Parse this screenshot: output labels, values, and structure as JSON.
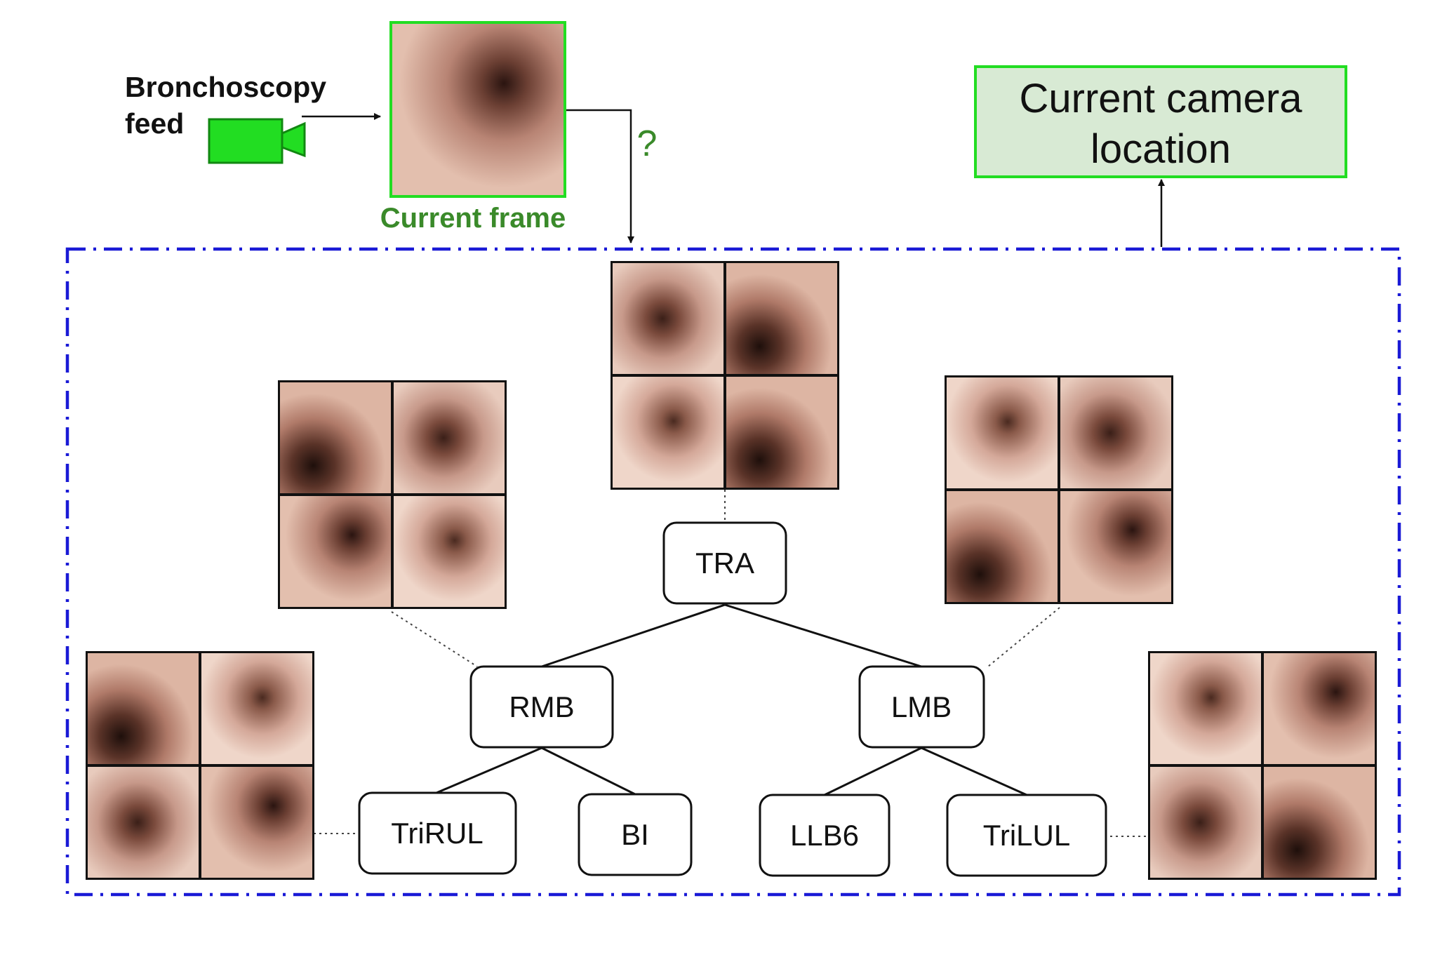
{
  "colors": {
    "accent_green": "#22dd22",
    "caption_green": "#3a8a2a",
    "output_fill": "#d8ead4",
    "dashed_border": "#1a1ad6",
    "tissue_light": "#e3bfae",
    "tissue_mid": "#b88474",
    "tissue_dark": "#5a3328"
  },
  "input": {
    "feed_label_line1": "Bronchoscopy",
    "feed_label_line2": "feed",
    "camera_icon": "video-camera-icon",
    "frame_caption": "Current frame",
    "query_mark": "?"
  },
  "output": {
    "label_line1": "Current camera",
    "label_line2": "location"
  },
  "tree": {
    "nodes": [
      {
        "id": "TRA",
        "label": "TRA"
      },
      {
        "id": "RMB",
        "label": "RMB"
      },
      {
        "id": "LMB",
        "label": "LMB"
      },
      {
        "id": "TriRUL",
        "label": "TriRUL"
      },
      {
        "id": "BI",
        "label": "BI"
      },
      {
        "id": "LLB6",
        "label": "LLB6"
      },
      {
        "id": "TriLUL",
        "label": "TriLUL"
      }
    ],
    "edges": [
      [
        "TRA",
        "RMB"
      ],
      [
        "TRA",
        "LMB"
      ],
      [
        "RMB",
        "TriRUL"
      ],
      [
        "RMB",
        "BI"
      ],
      [
        "LMB",
        "LLB6"
      ],
      [
        "LMB",
        "TriLUL"
      ]
    ]
  }
}
